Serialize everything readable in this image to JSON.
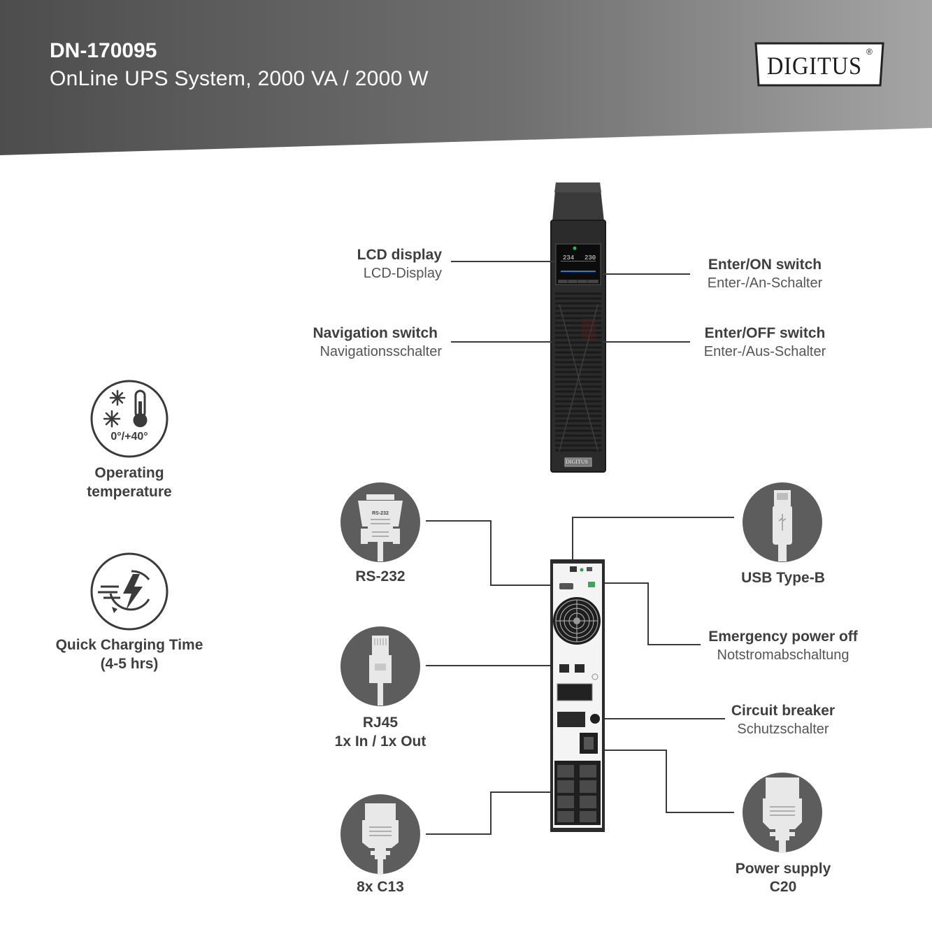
{
  "header": {
    "sku": "DN-170095",
    "title": "OnLine UPS System, 2000 VA / 2000 W",
    "brand": "DIGITUS",
    "registered": "®"
  },
  "features": {
    "temperature": {
      "range": "0°/+40°",
      "label_line1": "Operating",
      "label_line2": "temperature",
      "icons": [
        "sun-icon",
        "snowflake-icon",
        "thermometer-icon"
      ]
    },
    "charging": {
      "label_line1": "Quick Charging Time",
      "label_line2": "(4-5 hrs)",
      "icon": "lightning-charge-icon"
    }
  },
  "front_labels": {
    "lcd": {
      "en": "LCD display",
      "de": "LCD-Display"
    },
    "navigation": {
      "en": "Navigation switch",
      "de": "Navigationsschalter"
    },
    "enter_on": {
      "en": "Enter/ON switch",
      "de": "Enter-/An-Schalter"
    },
    "enter_off": {
      "en": "Enter/OFF switch",
      "de": "Enter-/Aus-Schalter"
    }
  },
  "lcd_screen": {
    "input_voltage": "234",
    "output_voltage": "230"
  },
  "device_badge": "DIGITUS",
  "rear_labels": {
    "rs232": {
      "label": "RS-232",
      "connector_text": "RS-232"
    },
    "rj45": {
      "line1": "RJ45",
      "line2": "1x In / 1x Out"
    },
    "c13": {
      "label": "8x C13"
    },
    "usb": {
      "label": "USB Type-B"
    },
    "epo": {
      "en": "Emergency power off",
      "de": "Notstromabschaltung"
    },
    "breaker": {
      "en": "Circuit breaker",
      "de": "Schutzschalter"
    },
    "power": {
      "line1": "Power supply",
      "line2": "C20"
    }
  },
  "colors": {
    "header_dark": "#505050",
    "header_light": "#9a9a9a",
    "circle_gray": "#5d5d5d",
    "device_black": "#2b2b2b",
    "text": "#4a4a4a"
  }
}
